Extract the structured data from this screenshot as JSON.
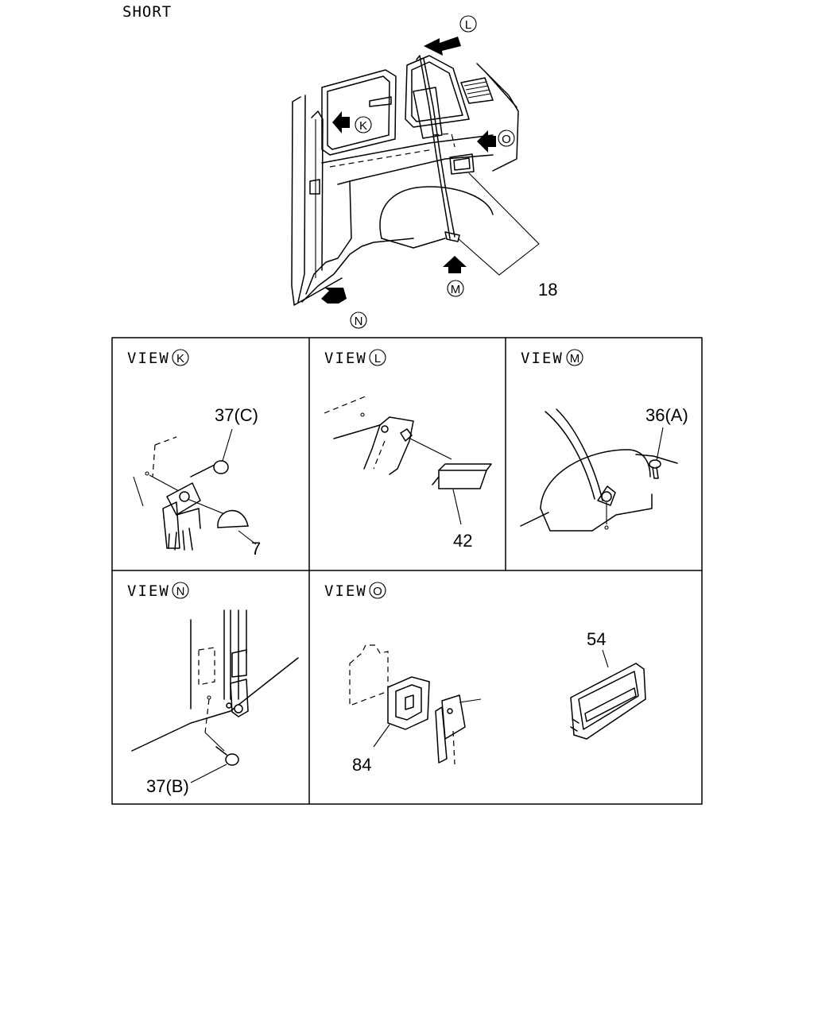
{
  "title": "SHORT",
  "overview": {
    "view_markers": {
      "k": "K",
      "l": "L",
      "m": "M",
      "n": "N",
      "o": "O"
    },
    "part_18": "18"
  },
  "views": {
    "k": {
      "prefix": "VIEW",
      "letter": "K",
      "parts": {
        "a": "37(C)",
        "b": "7"
      }
    },
    "l": {
      "prefix": "VIEW",
      "letter": "L",
      "parts": {
        "a": "42"
      }
    },
    "m": {
      "prefix": "VIEW",
      "letter": "M",
      "parts": {
        "a": "36(A)"
      }
    },
    "n": {
      "prefix": "VIEW",
      "letter": "N",
      "parts": {
        "a": "37(B)"
      }
    },
    "o": {
      "prefix": "VIEW",
      "letter": "O",
      "parts": {
        "a": "84",
        "b": "54"
      }
    }
  }
}
